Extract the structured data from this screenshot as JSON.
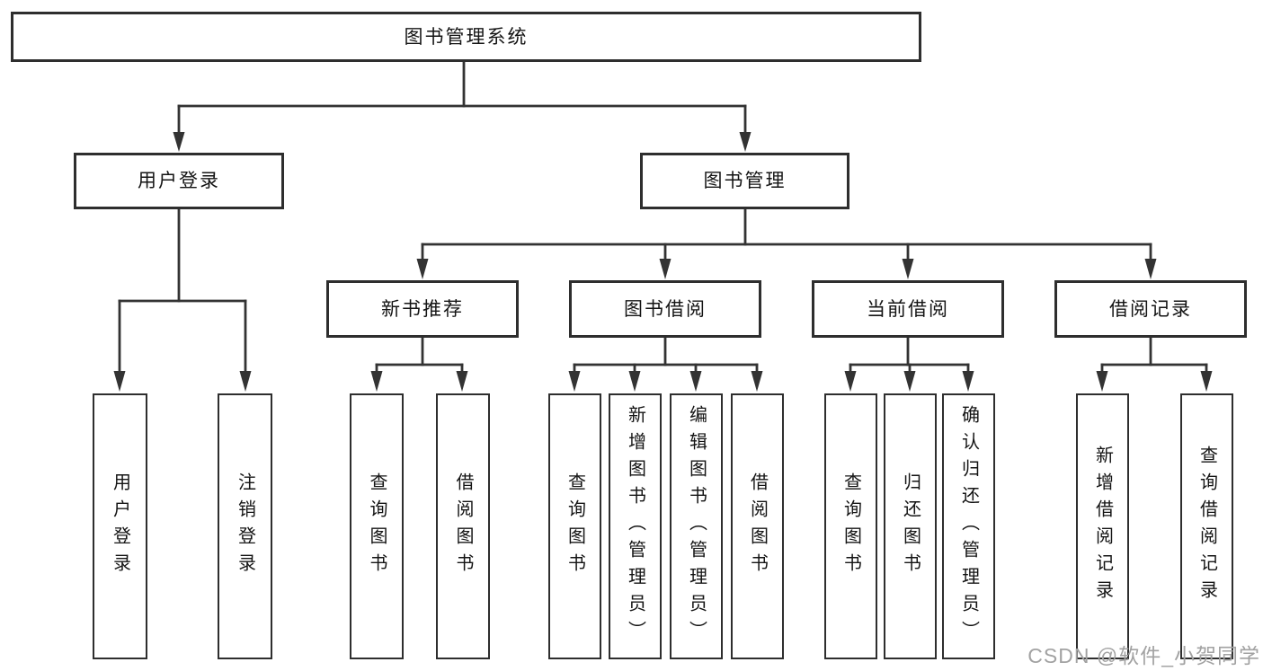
{
  "diagram_title": "图书管理系统",
  "tree": {
    "root": {
      "label": "图书管理系统"
    },
    "branches": [
      {
        "label": "用户登录",
        "children": [
          {
            "label": "用户登录"
          },
          {
            "label": "注销登录"
          }
        ]
      },
      {
        "label": "图书管理",
        "children": [
          {
            "label": "新书推荐",
            "children": [
              {
                "label": "查询图书"
              },
              {
                "label": "借阅图书"
              }
            ]
          },
          {
            "label": "图书借阅",
            "children": [
              {
                "label": "查询图书"
              },
              {
                "label": "新增图书（管理员）"
              },
              {
                "label": "编辑图书（管理员）"
              },
              {
                "label": "借阅图书"
              }
            ]
          },
          {
            "label": "当前借阅",
            "children": [
              {
                "label": "查询图书"
              },
              {
                "label": "归还图书"
              },
              {
                "label": "确认归还（管理员）"
              }
            ]
          },
          {
            "label": "借阅记录",
            "children": [
              {
                "label": "新增借阅记录"
              },
              {
                "label": "查询借阅记录"
              }
            ]
          }
        ]
      }
    ]
  },
  "watermark": {
    "text": "CSDN @软件_小贺同学",
    "color": "#a2a2a2"
  },
  "colors": {
    "line": "#333333",
    "box_border": "#2e2e2e",
    "box_fill": "#ffffff",
    "text": "#141414",
    "background": "#ffffff"
  }
}
